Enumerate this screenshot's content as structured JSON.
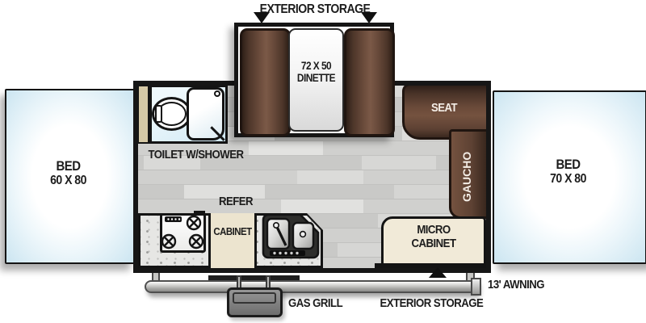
{
  "labels": {
    "exterior_storage_top": "EXTERIOR STORAGE",
    "dinette_size": "72 X 50",
    "dinette_name": "DINETTE",
    "bed_left_line1": "BED",
    "bed_left_line2": "60 X 80",
    "bed_right_line1": "BED",
    "bed_right_line2": "70 X 80",
    "toilet_shower": "TOILET W/SHOWER",
    "seat": "SEAT",
    "gaucho": "GAUCHO",
    "refer": "REFER",
    "cabinet": "CABINET",
    "micro_line1": "MICRO",
    "micro_line2": "CABINET",
    "gas_grill": "GAS GRILL",
    "exterior_storage_bottom": "EXTERIOR STORAGE",
    "awning": "13' AWNING"
  },
  "colors": {
    "wall_black": "#1a1a1a",
    "sofa_brown_mid": "#6b4a38",
    "sofa_brown_dark": "#2f2018",
    "bed_blue_edge": "#cfe7f2",
    "floor_gray": "#cbcbc9",
    "beige_cabinet": "#ece4cf",
    "tan_wardrobe": "#d5c9a6",
    "bathroom_blue": "#dff0f8",
    "counter_gray": "#e6e6e4",
    "awning_gray": "#b5b5b5"
  }
}
